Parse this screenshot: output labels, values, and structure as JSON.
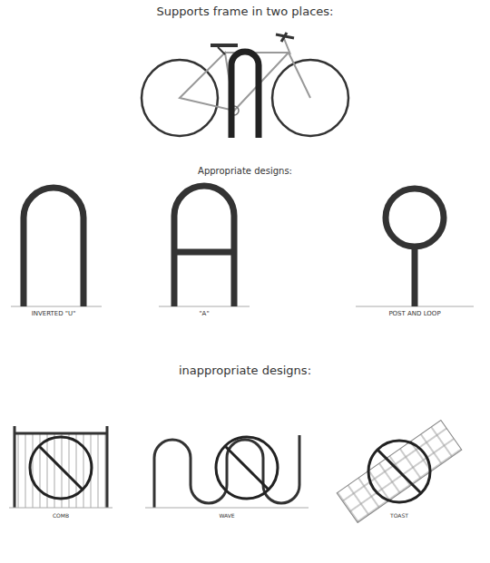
{
  "diagram": {
    "title": "Supports frame in two places:",
    "labels": [
      "Appropriate designs:",
      "INVERTED \"U\"",
      "\"A\"",
      "POST AND LOOP",
      "inappropriate designs:",
      "COMB",
      "WAVE",
      "TOAST"
    ]
  }
}
